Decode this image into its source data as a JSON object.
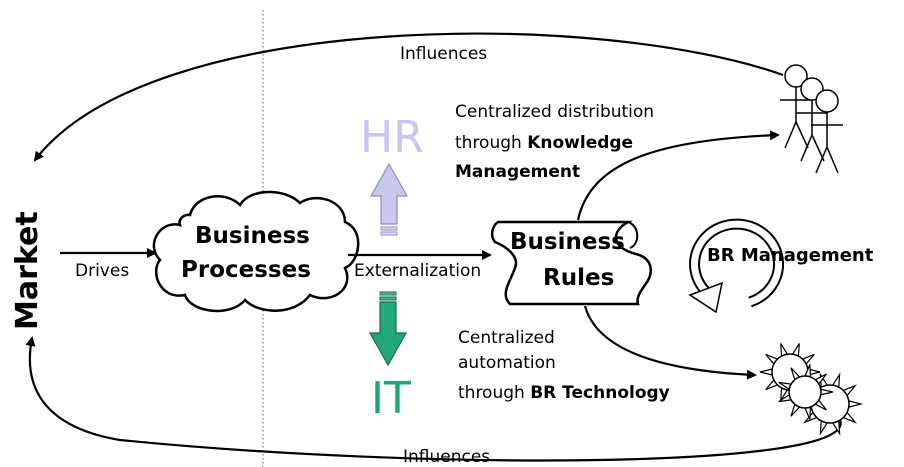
{
  "market": "Market",
  "influences_top": "Influences",
  "influences_bottom": "Influences",
  "drives": "Drives",
  "business_processes": [
    "Business",
    "Processes"
  ],
  "externalization": "Externalization",
  "business_rules": [
    "Business",
    "Rules"
  ],
  "br_management": "BR Management",
  "hr": "HR",
  "it": "IT",
  "km_text": {
    "line1": "Centralized distribution",
    "line2_prefix": "through ",
    "line2_bold": "Knowledge",
    "line3_bold": "Management"
  },
  "tech_text": {
    "line1": "Centralized",
    "line2": "automation",
    "line3_prefix": "through ",
    "line3_bold": "BR Technology"
  },
  "colors": {
    "hr": "#c6c6f2",
    "hr_arrow_fill": "#c8c8ee",
    "hr_arrow_stroke": "#8a8ac8",
    "it": "#14a87a",
    "it_arrow_fill": "#22a87c",
    "it_arrow_stroke": "#0f6e4e"
  }
}
